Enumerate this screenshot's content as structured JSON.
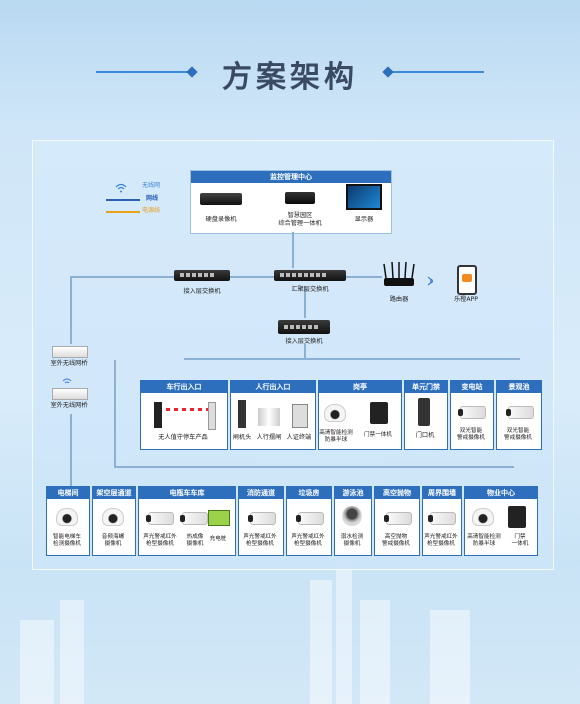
{
  "title": "方案架构",
  "legend": {
    "wireless": "无线网",
    "network": "网线",
    "power": "电源线"
  },
  "colors": {
    "wireless": "#3b7fd6",
    "network": "#2d5fb0",
    "power": "#e8a11a"
  },
  "monitor_center": {
    "title": "监控管理中心",
    "nvr": "硬盘录像机",
    "platform": "智慧园区\n综合管理一体机",
    "display": "显示器"
  },
  "top_network": {
    "access_switch": "接入层交换机",
    "core_switch": "汇聚层交换机",
    "router": "路由器",
    "app": "乐橙APP"
  },
  "bridges": {
    "bridge1": "室外无线网桥",
    "bridge2": "室外无线网桥"
  },
  "mid_switch": "接入层交换机",
  "row1": [
    {
      "title": "车行出入口",
      "items": [
        "无人值守停车产品"
      ]
    },
    {
      "title": "人行出入口",
      "items": [
        "闸机头",
        "人行摆闸",
        "人证终端"
      ]
    },
    {
      "title": "岗亭",
      "items": [
        "高清智能检测\n防暴半球",
        "门禁一体机"
      ]
    },
    {
      "title": "单元门禁",
      "items": [
        "门口机"
      ]
    },
    {
      "title": "变电站",
      "items": [
        "双光智能\n警戒摄像机"
      ]
    },
    {
      "title": "景观池",
      "items": [
        "双光智能\n警戒摄像机"
      ]
    }
  ],
  "row2": [
    {
      "title": "电梯间",
      "items": [
        "智能电梯车\n检测摄像机"
      ]
    },
    {
      "title": "架空层通道",
      "items": [
        "音频海螺\n摄像机"
      ]
    },
    {
      "title": "电瓶车车库",
      "items": [
        "声光警戒红外\n枪型摄像机",
        "热成像\n摄像机",
        "充电桩"
      ]
    },
    {
      "title": "消防通道",
      "items": [
        "声光警戒红外\n枪型摄像机"
      ]
    },
    {
      "title": "垃圾房",
      "items": [
        "声光警戒红外\n枪型摄像机"
      ]
    },
    {
      "title": "游泳池",
      "items": [
        "溺水检测\n摄像机"
      ]
    },
    {
      "title": "高空抛物",
      "items": [
        "高空抛物\n警戒摄像机"
      ]
    },
    {
      "title": "周界围墙",
      "items": [
        "声光警戒红外\n枪型摄像机"
      ]
    },
    {
      "title": "物业中心",
      "items": [
        "高清智能检测\n防暴半球",
        "门禁\n一体机"
      ]
    }
  ]
}
